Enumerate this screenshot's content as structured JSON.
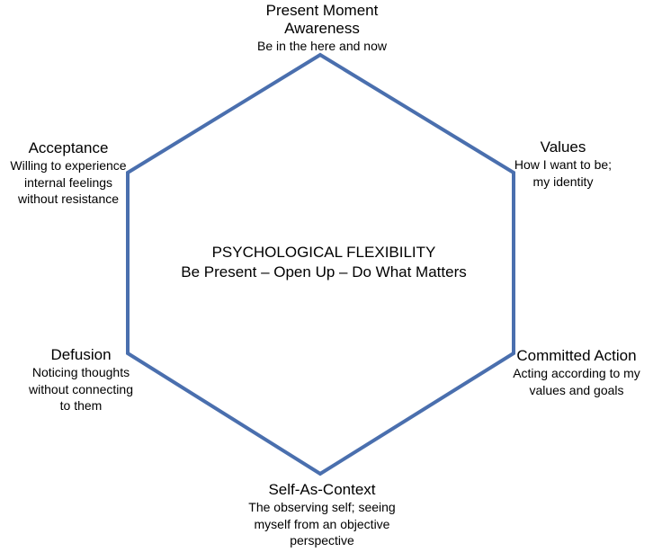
{
  "colors": {
    "hexagon_stroke": "#4a6fae",
    "text": "#000000",
    "background": "#ffffff"
  },
  "center": {
    "title": "PSYCHOLOGICAL FLEXIBILITY",
    "subtitle": "Be Present – Open Up – Do What Matters"
  },
  "nodes": {
    "present_moment": {
      "title_line1": "Present Moment",
      "title_line2": "Awareness",
      "description": "Be in the here and now"
    },
    "values": {
      "title": "Values",
      "description_line1": "How I want to be;",
      "description_line2": "my identity"
    },
    "committed_action": {
      "title": "Committed Action",
      "description_line1": "Acting according to my",
      "description_line2": "values and goals"
    },
    "self_as_context": {
      "title": "Self-As-Context",
      "description_line1": "The observing self; seeing",
      "description_line2": "myself from an objective",
      "description_line3": "perspective"
    },
    "defusion": {
      "title": "Defusion",
      "description_line1": "Noticing thoughts",
      "description_line2": "without connecting",
      "description_line3": "to them"
    },
    "acceptance": {
      "title": "Acceptance",
      "description_line1": "Willing to experience",
      "description_line2": "internal feelings",
      "description_line3": "without resistance"
    }
  }
}
